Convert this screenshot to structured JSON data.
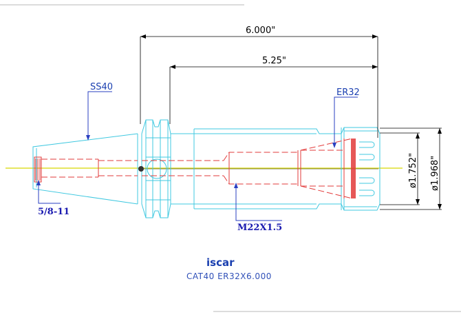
{
  "dimensions": {
    "overall_length": "6.000\"",
    "gauge_length": "5.25\"",
    "diameter_small": "ø1.752\"",
    "diameter_large": "ø1.968\""
  },
  "callouts": {
    "shank": "SS40",
    "collet": "ER32",
    "retention_thread": "5/8-11",
    "inner_thread": "M22X1.5"
  },
  "title_block": {
    "logo": "iscar",
    "part_number": "CAT40 ER32X6.000"
  },
  "colors": {
    "outline": "#3fc8e0",
    "hidden_bore": "#e23a3a",
    "centerline": "#d8d800",
    "annotation": "#1a3fb0"
  }
}
